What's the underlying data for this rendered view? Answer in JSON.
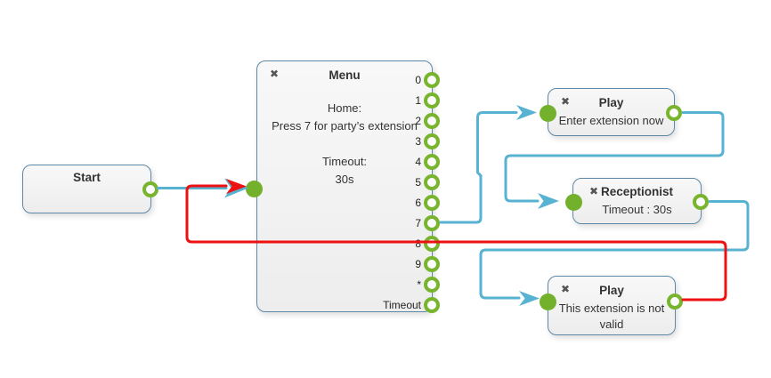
{
  "ui": {
    "close_glyph": "✖",
    "app_hint": "call-flow-editor-canvas"
  },
  "colors": {
    "node_border": "#5d88a6",
    "node_fill": "#f3f3f3",
    "port_green": "#79b42e",
    "connector_blue": "#58b2d2",
    "connector_red": "#ee1111",
    "close_icon": "#555555",
    "text": "#333333",
    "background": "#ffffff"
  },
  "nodes": {
    "start": {
      "title": "Start"
    },
    "menu": {
      "title": "Menu",
      "body_lines": [
        "Home:",
        "Press 7 for party’s extension",
        "",
        "Timeout:",
        "30s"
      ],
      "ports": [
        "0",
        "1",
        "2",
        "3",
        "4",
        "5",
        "6",
        "7",
        "8",
        "9",
        "*",
        "Timeout"
      ]
    },
    "play_enter": {
      "title": "Play",
      "body": "Enter extension now"
    },
    "receptionist": {
      "title": "Receptionist",
      "body": "Timeout : 30s"
    },
    "play_invalid": {
      "title": "Play",
      "body": "This extension is not valid"
    }
  },
  "connections": [
    {
      "from": "start",
      "to": "menu",
      "color": "blue"
    },
    {
      "from": "menu.port-7",
      "to": "play_enter",
      "color": "blue"
    },
    {
      "from": "play_enter",
      "to": "receptionist",
      "color": "blue"
    },
    {
      "from": "receptionist",
      "to": "play_invalid",
      "color": "blue"
    },
    {
      "from": "play_invalid",
      "to": "menu",
      "color": "red"
    }
  ]
}
